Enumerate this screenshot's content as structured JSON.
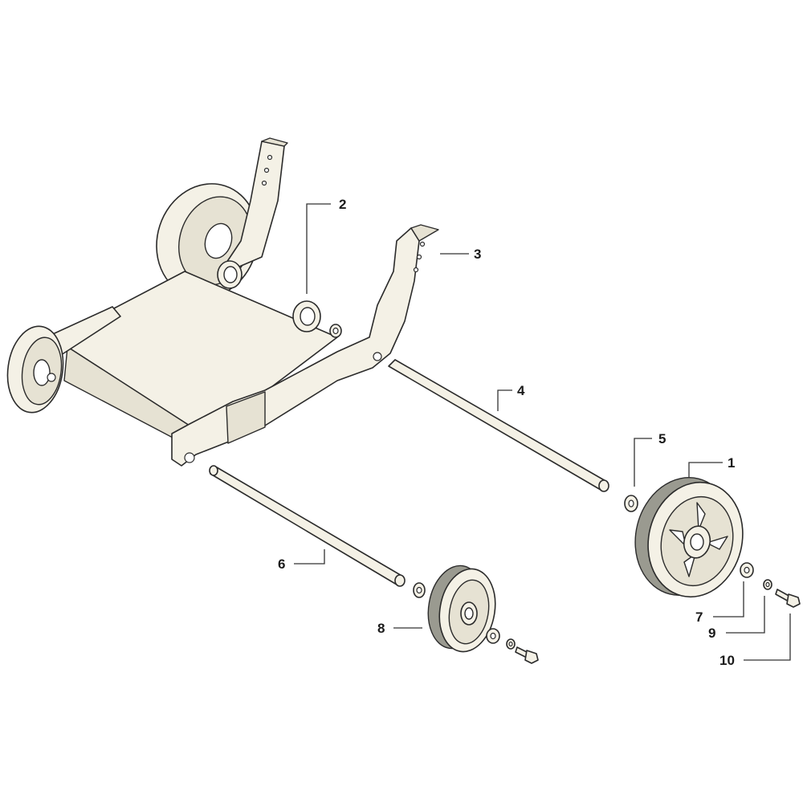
{
  "callouts": [
    {
      "id": "1",
      "label": "1"
    },
    {
      "id": "2",
      "label": "2"
    },
    {
      "id": "3",
      "label": "3"
    },
    {
      "id": "4",
      "label": "4"
    },
    {
      "id": "5",
      "label": "5"
    },
    {
      "id": "6",
      "label": "6"
    },
    {
      "id": "7",
      "label": "7"
    },
    {
      "id": "8",
      "label": "8"
    },
    {
      "id": "9",
      "label": "9"
    },
    {
      "id": "10",
      "label": "10"
    }
  ],
  "colors": {
    "part_fill": "#f4f1e6",
    "outline": "#2b2b2b",
    "tire_dark": "#9a9a90"
  }
}
